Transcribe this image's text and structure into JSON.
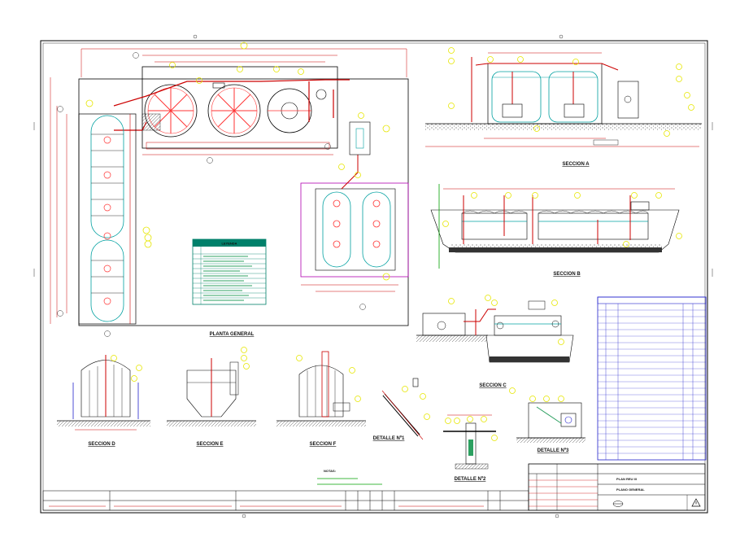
{
  "drawing": {
    "views": {
      "plan": {
        "title": "PLANTA GENERAL"
      },
      "section_a": {
        "title": "SECCION A"
      },
      "section_b": {
        "title": "SECCION B"
      },
      "section_c": {
        "title": "SECCION C"
      },
      "section_d": {
        "title": "SECCION D"
      },
      "section_e": {
        "title": "SECCION E"
      },
      "section_f": {
        "title": "SECCION F"
      },
      "detail_1": {
        "title": "DETALLE Nº1"
      },
      "detail_2": {
        "title": "DETALLE Nº2"
      },
      "detail_3": {
        "title": "DETALLE Nº3"
      }
    },
    "legend_title": "LEYENDA",
    "notes_title": "NOTAS:",
    "title_block": {
      "project": "PLAN REU III",
      "sheet": "PLANO GENERAL"
    }
  },
  "colors": {
    "frame": "#000000",
    "dimension": "#cc0000",
    "callout": "#e6e600",
    "structure": "#000000",
    "water": "#00a0a0",
    "legend_box": "#00806a",
    "table_box": "#2222cc",
    "fitting": "#ff3333",
    "magenta": "#b000b0",
    "green": "#00a000"
  },
  "icons": [
    "north-arrow-icon",
    "warning-triangle-icon",
    "callout-bubble-icon"
  ]
}
